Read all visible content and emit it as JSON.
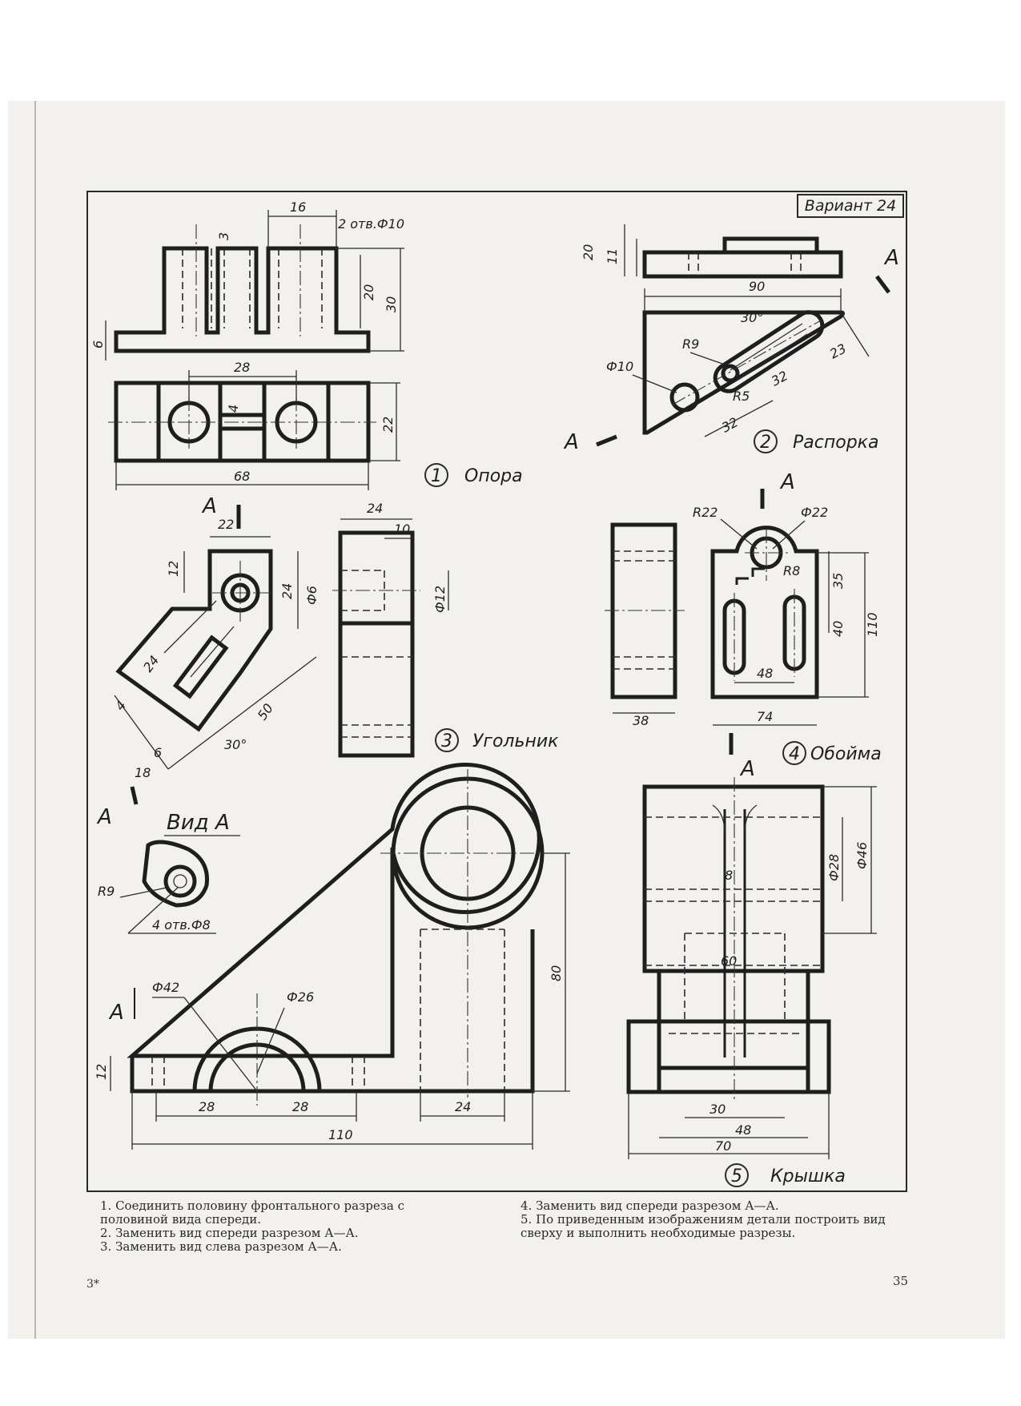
{
  "variant": "Вариант 24",
  "parts": [
    {
      "number": "1",
      "name": "Опора"
    },
    {
      "number": "2",
      "name": "Распорка"
    },
    {
      "number": "3",
      "name": "Угольник"
    },
    {
      "number": "4",
      "name": "Обойма"
    },
    {
      "number": "5",
      "name": "Крышка"
    }
  ],
  "part1": {
    "dims": {
      "d16": "16",
      "d3": "3",
      "holes": "2 отв.Ф10",
      "d20": "20",
      "d30": "30",
      "d6": "6",
      "d28": "28",
      "d4": "4",
      "d22": "22",
      "d68": "68"
    }
  },
  "part2": {
    "dims": {
      "d20": "20",
      "d11": "11",
      "d90": "90",
      "d30": "30°",
      "r9": "R9",
      "phi10": "Ф10",
      "d32a": "32",
      "d23": "23",
      "r5": "R5",
      "d32b": "32"
    },
    "section_a": "A"
  },
  "part3": {
    "dims": {
      "d22": "22",
      "d12": "12",
      "d24a": "24",
      "d24b": "24",
      "d4": "4",
      "d6": "6",
      "d18": "18",
      "d30": "30°",
      "d50": "50",
      "d24c": "24",
      "d10": "10",
      "phi6": "Ф6",
      "phi12": "Ф12"
    },
    "section_a": "A"
  },
  "part4": {
    "dims": {
      "r22": "R22",
      "phi22": "Ф22",
      "r8": "R8",
      "d35": "35",
      "d40": "40",
      "d110": "110",
      "d48": "48",
      "d38": "38",
      "d74": "74"
    },
    "section_a": "A"
  },
  "view_a": {
    "title": "Вид A",
    "r9": "R9",
    "holes": "4 отв.Ф8"
  },
  "part5_left": {
    "dims": {
      "phi42": "Ф42",
      "phi26": "Ф26",
      "d12": "12",
      "d28a": "28",
      "d28b": "28",
      "d24": "24",
      "d80": "80",
      "d110": "110"
    },
    "arrow_a": "A"
  },
  "part5": {
    "dims": {
      "d8": "8",
      "phi28": "Ф28",
      "phi46": "Ф46",
      "d60": "60",
      "d30": "30",
      "d48": "48",
      "d70": "70"
    }
  },
  "tasks": {
    "left": [
      "1. Соединить половину фронтального разреза с половиной вида спереди.",
      "2. Заменить вид спереди разрезом А—А.",
      "3. Заменить вид слева разрезом А—А."
    ],
    "right": [
      "4. Заменить вид спереди разрезом А—А.",
      "5. По приведенным изображениям детали построить вид сверху и выполнить необходимые разрезы."
    ]
  },
  "page_footer_left": "3*",
  "page_number": "35"
}
